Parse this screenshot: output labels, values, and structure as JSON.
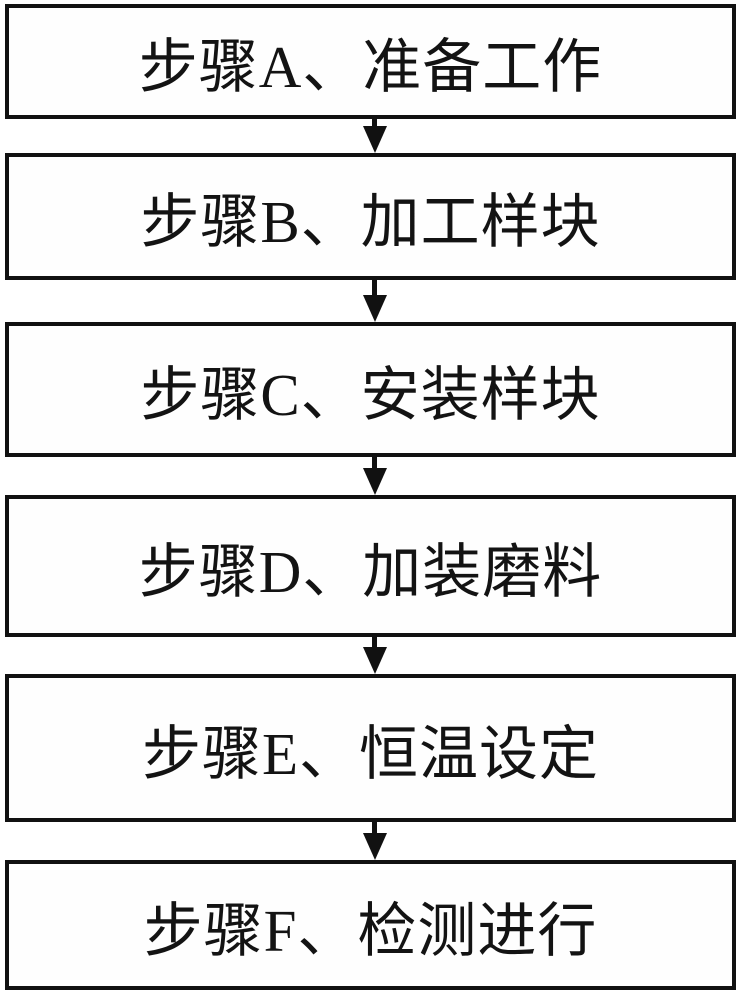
{
  "diagram": {
    "type": "flowchart",
    "direction": "top-down",
    "connector_style": "down-arrow",
    "colors": {
      "border": "#111111",
      "text": "#131313",
      "background": "#ffffff"
    },
    "steps": [
      {
        "id": "A",
        "label": "步骤A、准备工作"
      },
      {
        "id": "B",
        "label": "步骤B、加工样块"
      },
      {
        "id": "C",
        "label": "步骤C、安装样块"
      },
      {
        "id": "D",
        "label": "步骤D、加装磨料"
      },
      {
        "id": "E",
        "label": "步骤E、恒温设定"
      },
      {
        "id": "F",
        "label": "步骤F、检测进行"
      }
    ]
  }
}
